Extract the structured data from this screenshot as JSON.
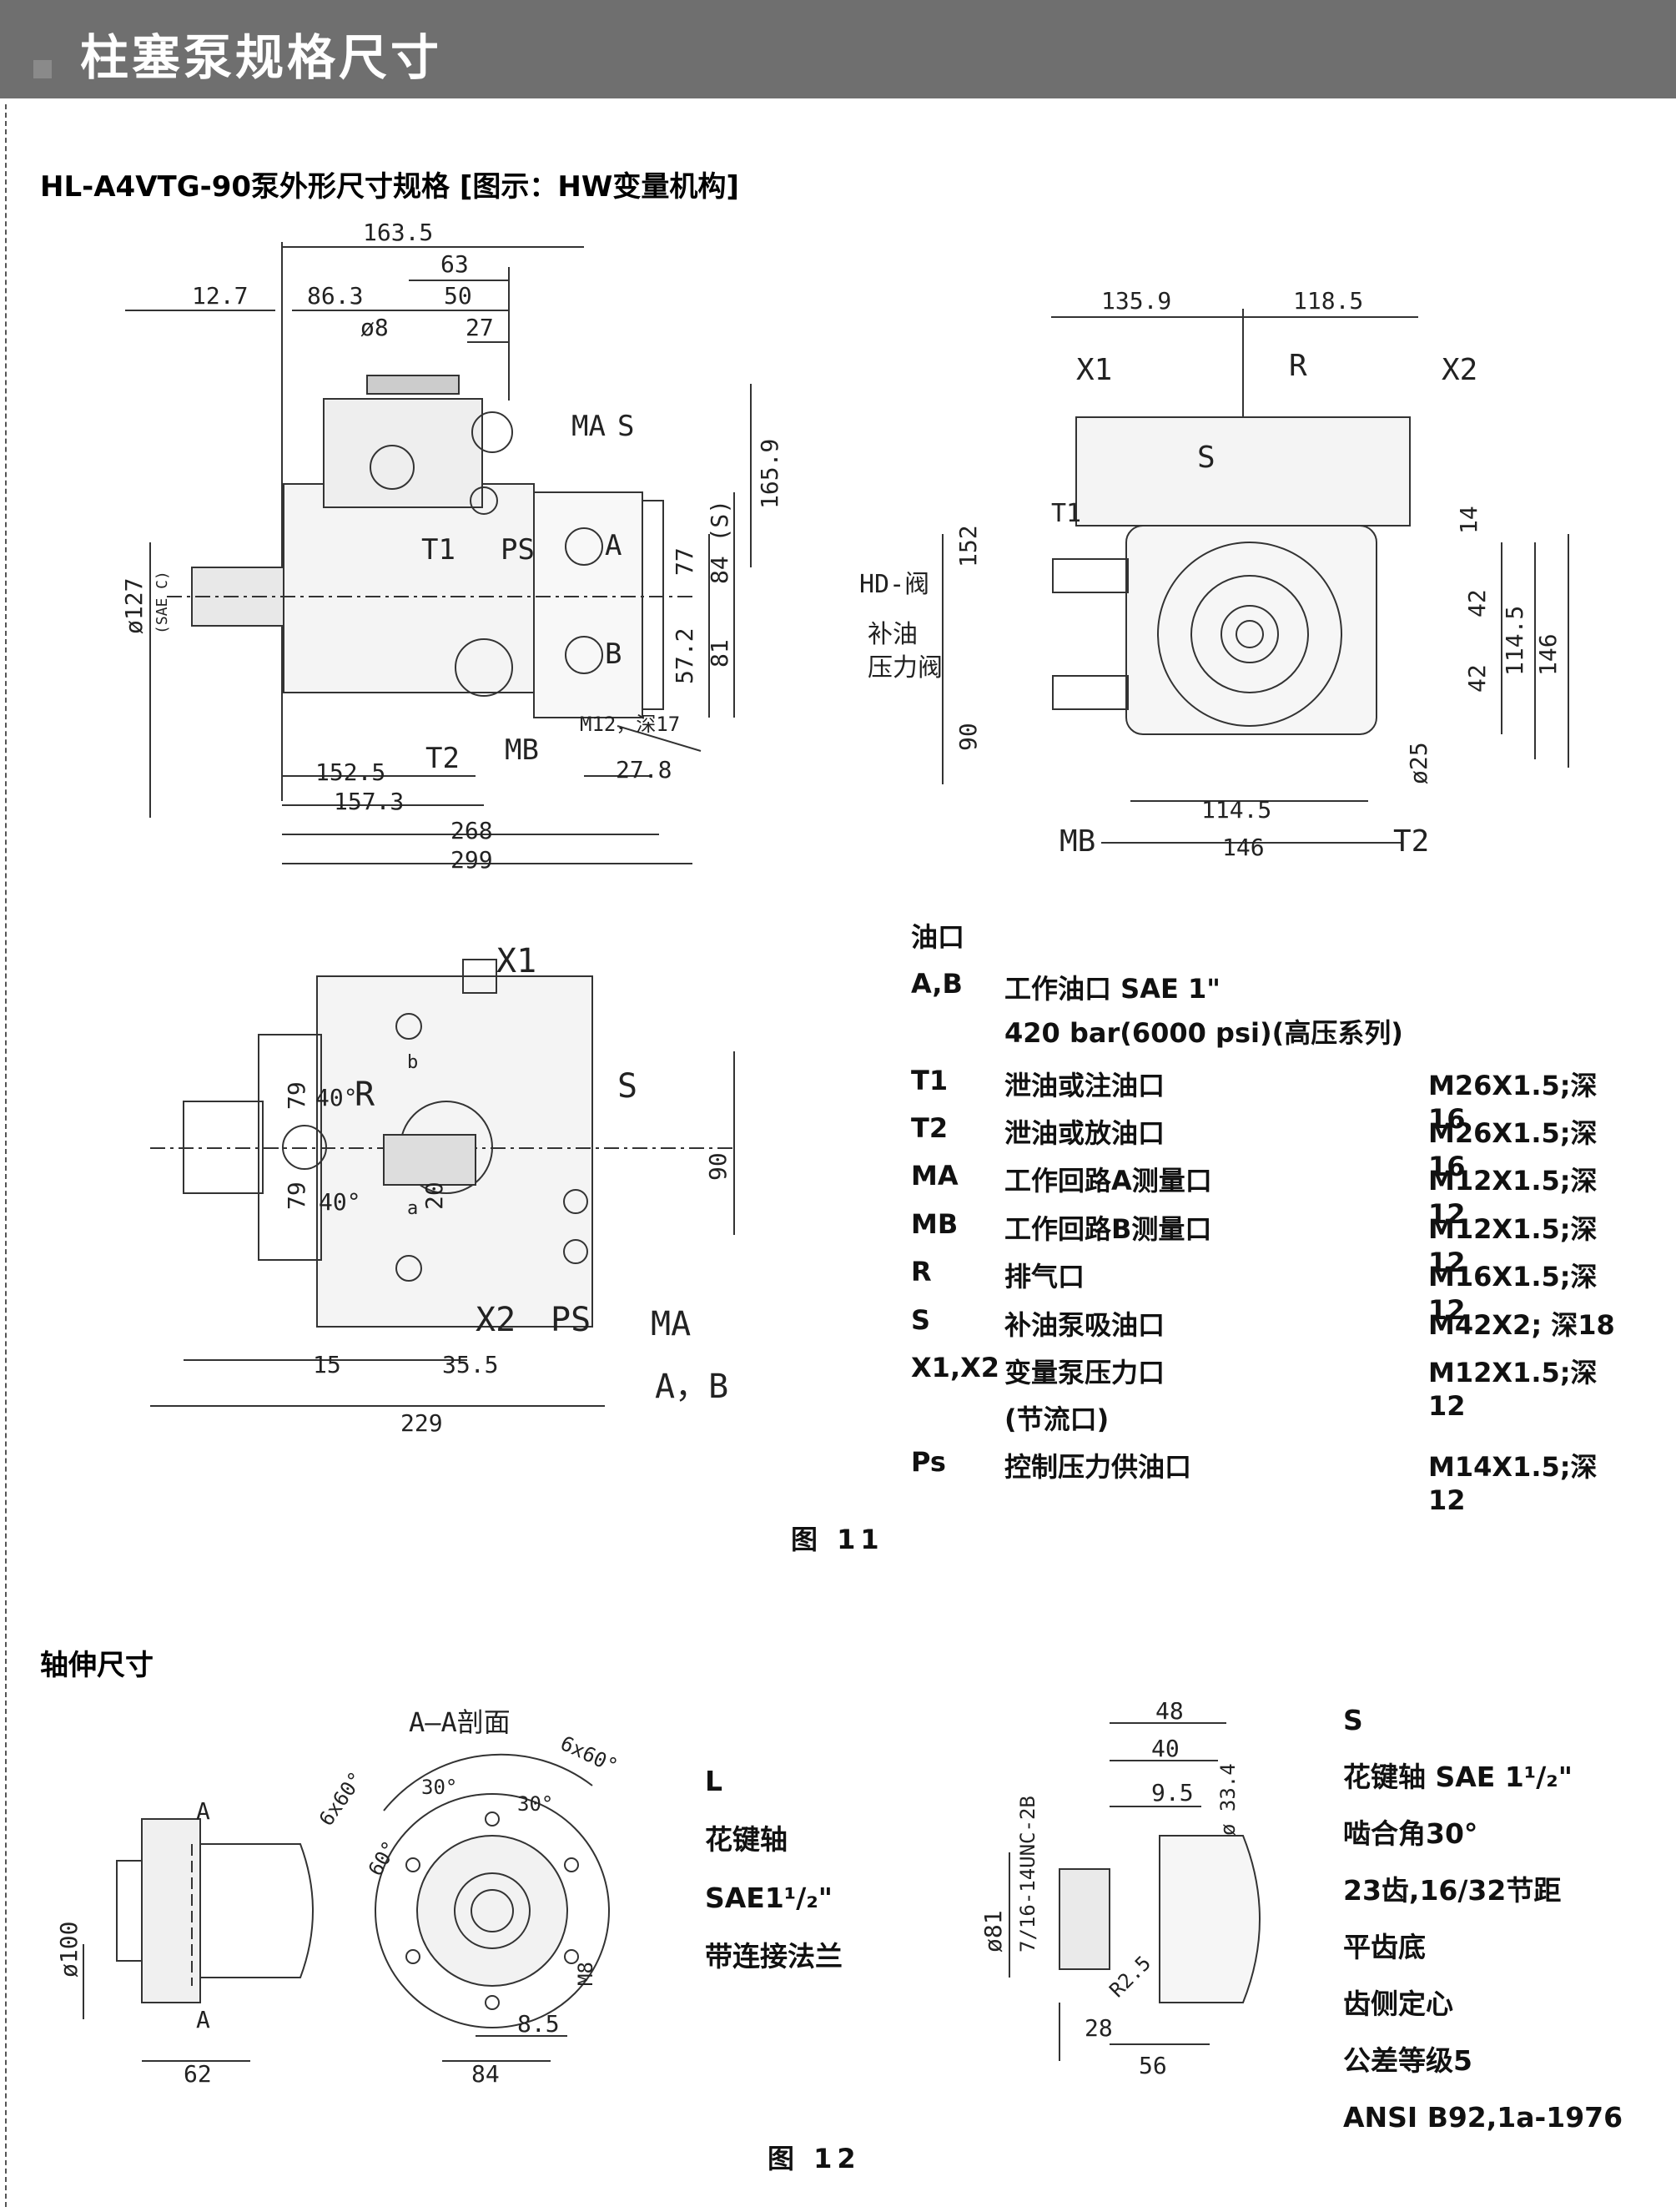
{
  "header": {
    "title": "柱塞泵规格尺寸"
  },
  "section1": {
    "title": "HL-A4VTG-90泵外形尺寸规格 [图示：HW变量机构]"
  },
  "drawing1": {
    "dims_top": [
      "163.5",
      "63",
      "12.7",
      "86.3",
      "50",
      "ø8",
      "27"
    ],
    "dims_side": [
      "165.9",
      "77",
      "84 (S)",
      "57.2",
      "81"
    ],
    "dims_bottom": [
      "152.5",
      "157.3",
      "268",
      "299",
      "27.8"
    ],
    "flange": "ø127",
    "flange_note": "(SAE C)",
    "labels": [
      "MA",
      "S",
      "T1",
      "PS",
      "A",
      "B",
      "T2",
      "MB"
    ],
    "thread_note": "M12，深17"
  },
  "drawing2": {
    "dims_top": [
      "135.9",
      "118.5"
    ],
    "labels": [
      "X1",
      "R",
      "X2",
      "S",
      "T1",
      "MB",
      "T2"
    ],
    "valve_labels": [
      "HD-阀",
      "补油",
      "压力阀"
    ],
    "dims_left": [
      "152",
      "90"
    ],
    "dims_right": [
      "14",
      "42",
      "42",
      "114.5",
      "146",
      "ø25"
    ],
    "dims_bottom": [
      "114.5",
      "146"
    ]
  },
  "drawing3": {
    "labels": [
      "X1",
      "R",
      "S",
      "X2",
      "PS",
      "MA",
      "A，B"
    ],
    "dims": [
      "79",
      "79",
      "40°",
      "40°",
      "20",
      "90",
      "15",
      "35.5",
      "229"
    ],
    "small_letters": [
      "b",
      "a"
    ]
  },
  "ports": {
    "heading": "油口",
    "rows": [
      {
        "sym": "A,B",
        "desc": "工作油口 SAE 1\"",
        "spec": ""
      },
      {
        "sym": "",
        "desc": "420 bar(6000 psi)(高压系列)",
        "spec": ""
      },
      {
        "sym": "T1",
        "desc": "泄油或注油口",
        "spec": "M26X1.5;深16"
      },
      {
        "sym": "T2",
        "desc": "泄油或放油口",
        "spec": "M26X1.5;深16"
      },
      {
        "sym": "MA",
        "desc": "工作回路A测量口",
        "spec": "M12X1.5;深12"
      },
      {
        "sym": "MB",
        "desc": "工作回路B测量口",
        "spec": "M12X1.5;深12"
      },
      {
        "sym": "R",
        "desc": "排气口",
        "spec": "M16X1.5;深12"
      },
      {
        "sym": "S",
        "desc": "补油泵吸油口",
        "spec": "M42X2;  深18"
      },
      {
        "sym": "X1,X2",
        "desc": "变量泵压力口",
        "spec": "M12X1.5;深12"
      },
      {
        "sym": "",
        "desc": "(节流口)",
        "spec": ""
      },
      {
        "sym": "Ps",
        "desc": "控制压力供油口",
        "spec": "M14X1.5;深12"
      }
    ]
  },
  "figure11": "图 11",
  "section2": {
    "title": "轴伸尺寸"
  },
  "shaft_drawing_L": {
    "section_title": "A–A剖面",
    "labels": [
      "A",
      "A"
    ],
    "dims": [
      "ø100",
      "62",
      "6x60°",
      "6x60°",
      "30°",
      "30°",
      "60°",
      "8.5",
      "84",
      "M8"
    ]
  },
  "shaft_L_text": [
    "L",
    "花键轴",
    "SAE1¹/₂\"",
    "带连接法兰"
  ],
  "shaft_drawing_S": {
    "dims": [
      "48",
      "40",
      "9.5",
      "ø81",
      "7/16-14UNC-2B",
      "ø 33.4",
      "R2.5",
      "28",
      "56"
    ]
  },
  "shaft_S_text": [
    "S",
    "花键轴 SAE 1¹/₂\"",
    "啮合角30°",
    "23齿,16/32节距",
    "平齿底",
    "齿侧定心",
    "公差等级5",
    "ANSI B92,1a-1976"
  ],
  "figure12": "图 12"
}
